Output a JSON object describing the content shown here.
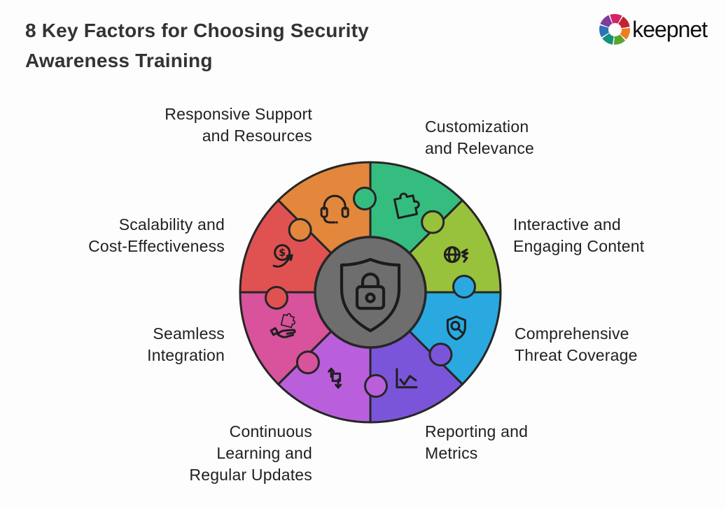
{
  "background": "#fdfdfd",
  "title": "8 Key Factors for Choosing Security\nAwareness Training",
  "logo": {
    "text": "keepnet",
    "wheel_colors": [
      "#d42368",
      "#c1242f",
      "#ee7c22",
      "#5aa42e",
      "#13917b",
      "#2e72b8",
      "#7d3d97"
    ]
  },
  "wheel": {
    "stroke": "#262626",
    "icon_stroke": "#1f1f1f",
    "center": {
      "icon": "shield-lock-icon",
      "fill": "#6e6e6e"
    },
    "segments": [
      {
        "id": "customization",
        "label": "Customization\nand Relevance",
        "color": "#35bd80",
        "icon": "puzzle-piece-icon"
      },
      {
        "id": "interactive",
        "label": "Interactive and\nEngaging Content",
        "color": "#98c13c",
        "icon": "globe-hook-icon"
      },
      {
        "id": "threat-coverage",
        "label": "Comprehensive\nThreat Coverage",
        "color": "#29a9e0",
        "icon": "shield-search-icon"
      },
      {
        "id": "reporting",
        "label": "Reporting and\nMetrics",
        "color": "#7b55d9",
        "icon": "line-chart-icon"
      },
      {
        "id": "continuous-learning",
        "label": "Continuous\nLearning and\nRegular Updates",
        "color": "#b95fdc",
        "icon": "transfer-arrows-icon"
      },
      {
        "id": "seamless-integration",
        "label": "Seamless\nIntegration",
        "color": "#d9529c",
        "icon": "hand-puzzle-icon"
      },
      {
        "id": "scalability",
        "label": "Scalability and\nCost-Effectiveness",
        "color": "#e05252",
        "icon": "coin-growth-icon"
      },
      {
        "id": "responsive-support",
        "label": "Responsive Support\nand Resources",
        "color": "#e2873b",
        "icon": "headset-icon"
      }
    ]
  }
}
